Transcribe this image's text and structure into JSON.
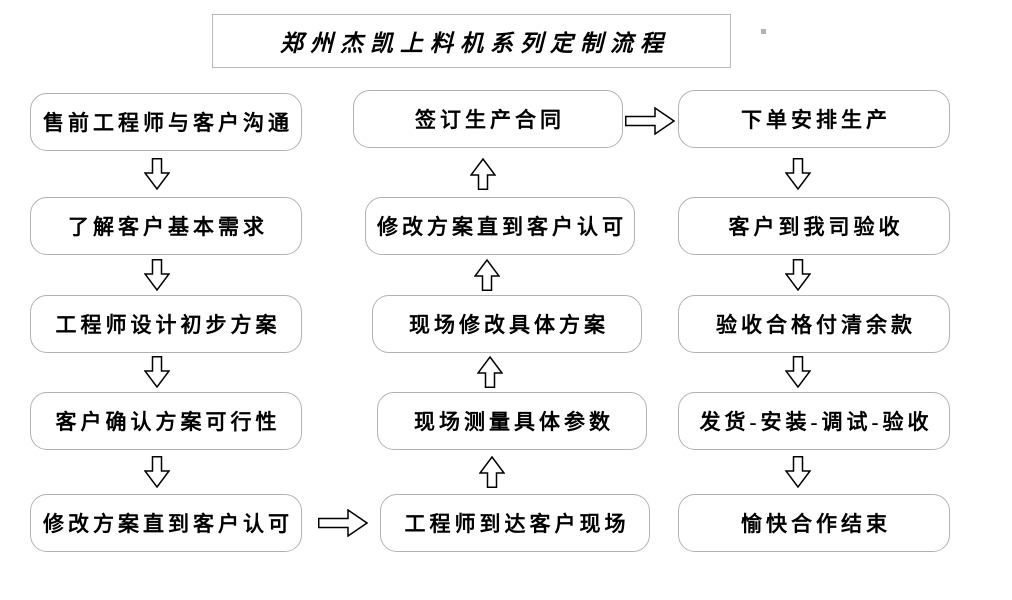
{
  "title": "郑州杰凯上料机系列定制流程",
  "flowchart": {
    "left_column": {
      "flow_direction": "top-to-bottom",
      "steps": [
        "售前工程师与客户沟通",
        "了解客户基本需求",
        "工程师设计初步方案",
        "客户确认方案可行性",
        "修改方案直到客户认可"
      ]
    },
    "middle_column": {
      "flow_direction": "bottom-to-top",
      "steps": [
        "签订生产合同",
        "修改方案直到客户认可",
        "现场修改具体方案",
        "现场测量具体参数",
        "工程师到达客户现场"
      ]
    },
    "right_column": {
      "flow_direction": "top-to-bottom",
      "steps": [
        "下单安排生产",
        "客户到我司验收",
        "验收合格付清余款",
        "发货-安装-调试-验收",
        "愉快合作结束"
      ]
    },
    "connectors": {
      "left_bottom_to_middle_bottom": "right-arrow",
      "middle_top_to_right_top": "right-arrow"
    }
  },
  "colors": {
    "background": "#ffffff",
    "box_border": "#b2b2b2",
    "text": "#000000",
    "arrow_outline": "#000000",
    "arrow_fill": "#ffffff"
  }
}
